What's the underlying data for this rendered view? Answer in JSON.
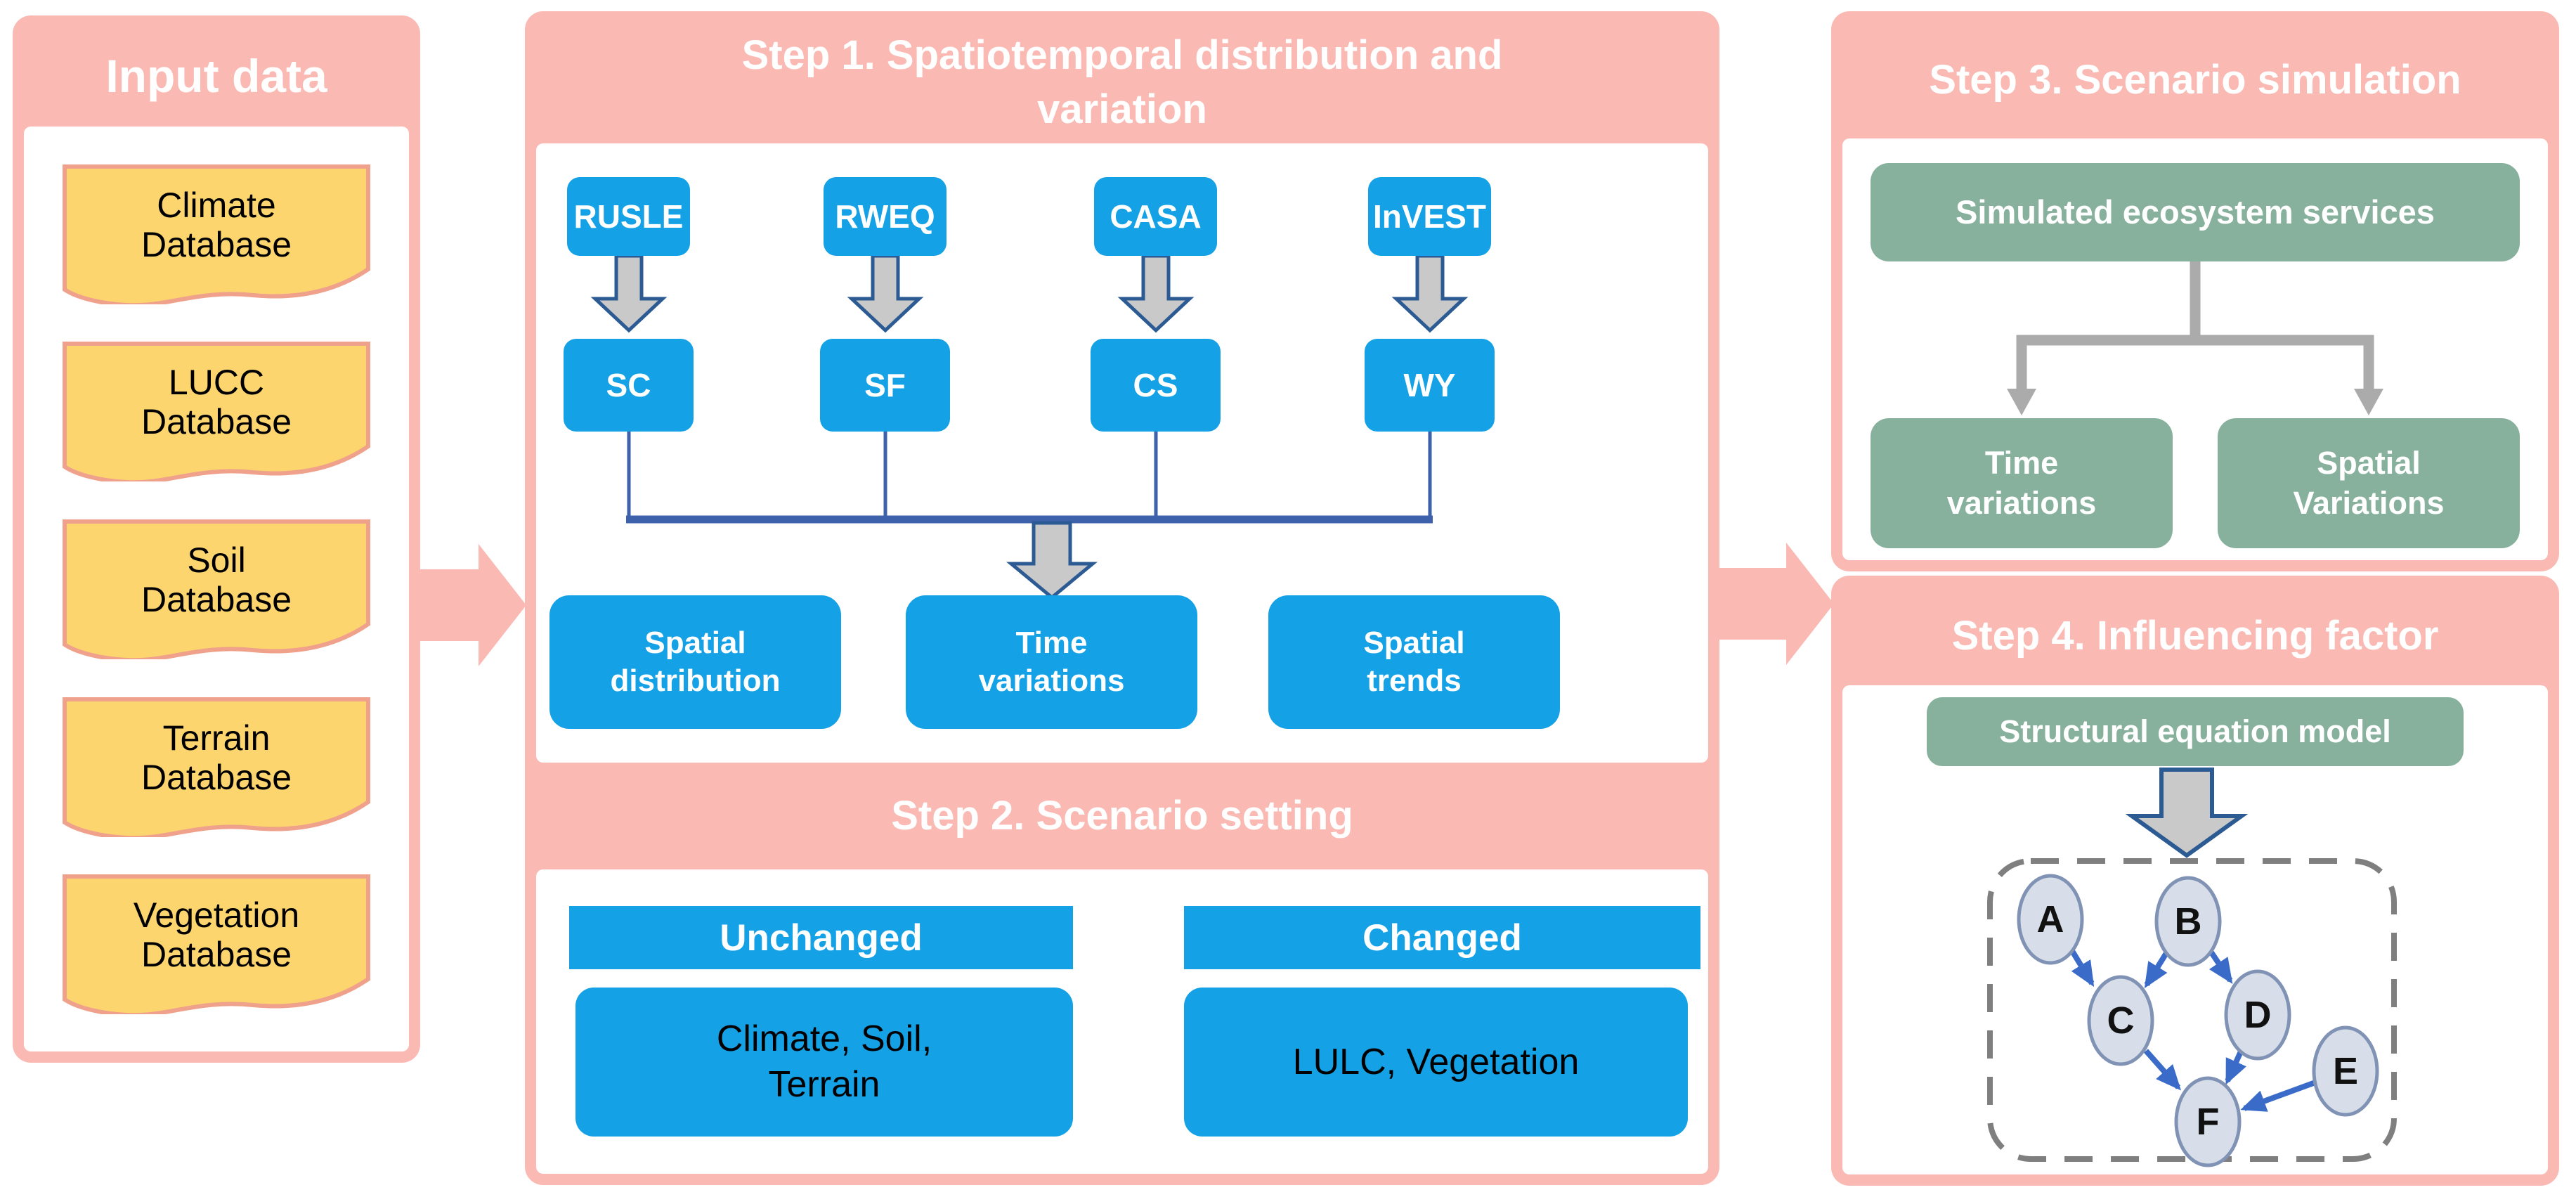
{
  "colors": {
    "panel_pink": "#FBB9B3",
    "box_blue": "#14A1E6",
    "doc_yellow": "#FCD56E",
    "doc_border": "#EFA18B",
    "box_green": "#87B19D",
    "arrow_gray_fill": "#C9C9C9",
    "arrow_gray_stroke": "#2C5A93",
    "connector_blue": "#3E61AC",
    "connector_gray": "#ABABAB",
    "sem_arrow_blue": "#3A6BC9",
    "node_fill": "#D8DEE9",
    "node_stroke": "#8193B5",
    "dashed_border_gray": "#7F7F7F"
  },
  "input_panel": {
    "title": "Input data",
    "databases": [
      [
        "Climate",
        "Database"
      ],
      [
        "LUCC",
        "Database"
      ],
      [
        "Soil",
        "Database"
      ],
      [
        "Terrain",
        "Database"
      ],
      [
        "Vegetation",
        "Database"
      ]
    ]
  },
  "step1": {
    "title_line1": "Step 1. Spatiotemporal distribution and",
    "title_line2": "variation",
    "models": [
      "RUSLE",
      "RWEQ",
      "CASA",
      "InVEST"
    ],
    "services": [
      "SC",
      "SF",
      "CS",
      "WY"
    ],
    "outputs": [
      [
        "Spatial",
        "distribution"
      ],
      [
        "Time",
        "variations"
      ],
      [
        "Spatial",
        "trends"
      ]
    ]
  },
  "step2": {
    "title": "Step 2. Scenario setting",
    "unchanged_label": "Unchanged",
    "unchanged_items_line1": "Climate, Soil,",
    "unchanged_items_line2": "Terrain",
    "changed_label": "Changed",
    "changed_items": "LULC, Vegetation"
  },
  "step3": {
    "title": "Step 3. Scenario simulation",
    "source": "Simulated ecosystem services",
    "outputs": [
      [
        "Time",
        "variations"
      ],
      [
        "Spatial",
        "Variations"
      ]
    ]
  },
  "step4": {
    "title": "Step 4. Influencing factor",
    "model": "Structural equation model",
    "nodes": [
      "A",
      "B",
      "C",
      "D",
      "E",
      "F"
    ],
    "edges": [
      {
        "from": "A",
        "to": "C"
      },
      {
        "from": "B",
        "to": "C"
      },
      {
        "from": "B",
        "to": "D"
      },
      {
        "from": "C",
        "to": "F"
      },
      {
        "from": "D",
        "to": "F"
      },
      {
        "from": "E",
        "to": "F"
      }
    ]
  }
}
